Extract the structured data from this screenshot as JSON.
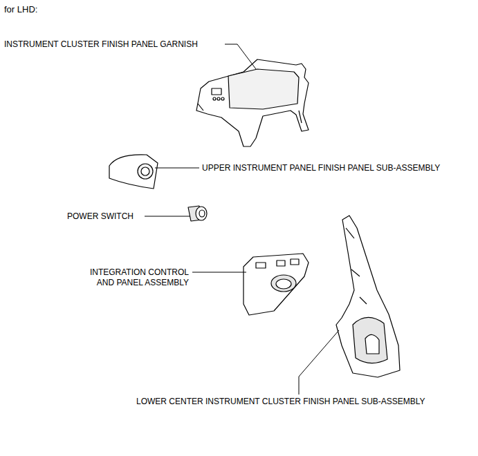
{
  "diagram": {
    "title": "for LHD:",
    "labels": [
      "INSTRUMENT CLUSTER FINISH PANEL GARNISH",
      "UPPER INSTRUMENT PANEL FINISH PANEL SUB-ASSEMBLY",
      "POWER SWITCH",
      "INTEGRATION CONTROL AND PANEL ASSEMBLY",
      "LOWER CENTER INSTRUMENT CLUSTER FINISH PANEL SUB-ASSEMBLY"
    ]
  }
}
